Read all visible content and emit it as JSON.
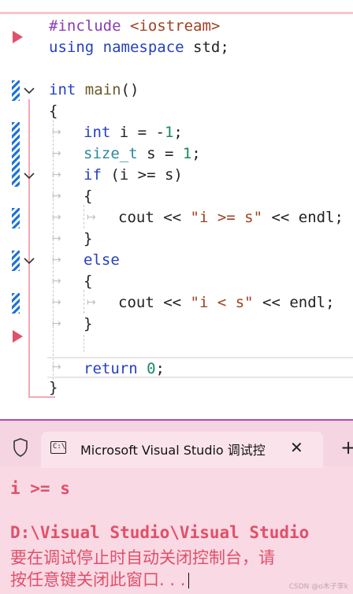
{
  "editor": {
    "lines": [
      [
        {
          "t": "#include",
          "c": "pp"
        },
        {
          "t": " <iostream>",
          "c": "str"
        }
      ],
      [
        {
          "t": "using",
          "c": "kw"
        },
        {
          "t": " ",
          "c": "id"
        },
        {
          "t": "namespace",
          "c": "kw"
        },
        {
          "t": " std;",
          "c": "id"
        }
      ],
      [],
      [
        {
          "t": "int",
          "c": "kw"
        },
        {
          "t": " ",
          "c": "id"
        },
        {
          "t": "main",
          "c": "fn"
        },
        {
          "t": "()",
          "c": "id"
        }
      ],
      [
        {
          "t": "{",
          "c": "id"
        }
      ],
      [
        {
          "t": "int",
          "c": "kw"
        },
        {
          "t": " i = -",
          "c": "id"
        },
        {
          "t": "1",
          "c": "num"
        },
        {
          "t": ";",
          "c": "id"
        }
      ],
      [
        {
          "t": "size_t",
          "c": "ty"
        },
        {
          "t": " s = ",
          "c": "id"
        },
        {
          "t": "1",
          "c": "num"
        },
        {
          "t": ";",
          "c": "id"
        }
      ],
      [
        {
          "t": "if",
          "c": "kw"
        },
        {
          "t": " (i >= s)",
          "c": "id"
        }
      ],
      [
        {
          "t": "{",
          "c": "id"
        }
      ],
      [
        {
          "t": "cout << ",
          "c": "id"
        },
        {
          "t": "\"i >= s\"",
          "c": "str"
        },
        {
          "t": " << endl;",
          "c": "id"
        }
      ],
      [
        {
          "t": "}",
          "c": "id"
        }
      ],
      [
        {
          "t": "else",
          "c": "kw"
        }
      ],
      [
        {
          "t": "{",
          "c": "id"
        }
      ],
      [
        {
          "t": "cout << ",
          "c": "id"
        },
        {
          "t": "\"i < s\"",
          "c": "str"
        },
        {
          "t": " << endl;",
          "c": "id"
        }
      ],
      [
        {
          "t": "}",
          "c": "id"
        }
      ],
      [],
      [
        {
          "t": "return",
          "c": "kw"
        },
        {
          "t": " ",
          "c": "id"
        },
        {
          "t": "0",
          "c": "num"
        },
        {
          "t": ";",
          "c": "id"
        }
      ],
      [
        {
          "t": "}",
          "c": "id"
        }
      ]
    ]
  },
  "console": {
    "tab_title": "Microsoft Visual Studio 调试控",
    "tab_icon_text": "C:\\",
    "close_glyph": "✕",
    "new_tab_glyph": "+",
    "output": [
      "i >= s",
      "",
      "D:\\Visual Studio\\Visual Studio"
    ],
    "output_cn": [
      "要在调试停止时自动关闭控制台，请",
      "按任意键关闭此窗口. . ."
    ]
  },
  "watermark": "CSDN @o木子李k"
}
